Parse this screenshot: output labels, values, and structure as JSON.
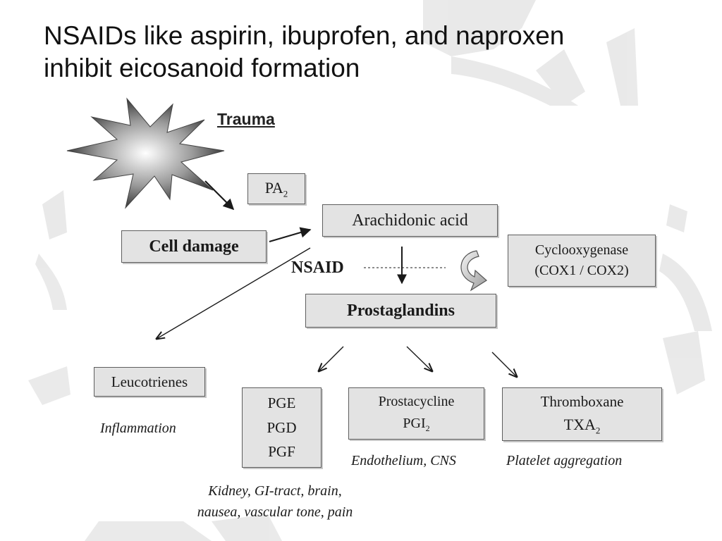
{
  "title": {
    "line1": "NSAIDs like aspirin, ibuprofen, and naproxen",
    "line2": "inhibit eicosanoid formation"
  },
  "diagram": {
    "trauma": "Trauma",
    "pa2": {
      "base": "PA",
      "sub": "2"
    },
    "cell_damage": "Cell damage",
    "arachidonic_acid": "Arachidonic acid",
    "nsaid": "NSAID",
    "cyclooxygenase": {
      "line1": "Cyclooxygenase",
      "line2": "(COX1 / COX2)"
    },
    "prostaglandins": "Prostaglandins",
    "leucotrienes": "Leucotrienes",
    "inflammation": "Inflammation",
    "pg_group": [
      "PGE",
      "PGD",
      "PGF"
    ],
    "kidney_caption": {
      "line1": "Kidney, GI-tract, brain,",
      "line2": "nausea, vascular tone, pain"
    },
    "prostacycline": {
      "line1": "Prostacycline",
      "base": "PGI",
      "sub": "2"
    },
    "endothelium_caption": "Endothelium, CNS",
    "thromboxane": {
      "line1": "Thromboxane",
      "base": "TXA",
      "sub": "2"
    },
    "platelet_caption": "Platelet aggregation"
  },
  "icons": {
    "burst": "starburst-icon",
    "cycle_arrow": "curved-arrow-icon"
  }
}
